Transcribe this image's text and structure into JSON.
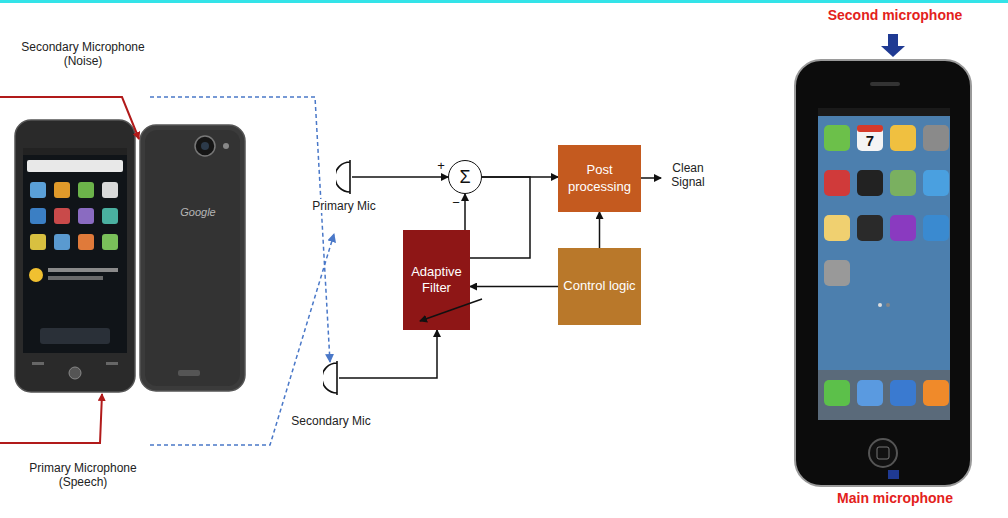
{
  "diagram": {
    "nodes": [
      {
        "text": [
          "Primary Mic"
        ]
      },
      {
        "text": [
          "Σ"
        ]
      },
      {
        "text": [
          "Post processing"
        ]
      },
      {
        "text": [
          "Adaptive Filter"
        ]
      },
      {
        "text": [
          "Control logic"
        ]
      },
      {
        "text": [
          "Secondary Mic"
        ]
      }
    ],
    "edges": [
      {
        "from": 0,
        "to": 1,
        "arrow": "to"
      },
      {
        "from": 1,
        "to": 2,
        "arrow": "to"
      },
      {
        "from": 3,
        "to": 1,
        "arrow": "to"
      },
      {
        "from": 1,
        "to": 3,
        "arrow": "none"
      },
      {
        "from": 4,
        "to": 2,
        "arrow": "to"
      },
      {
        "from": 4,
        "to": 3,
        "arrow": "to"
      },
      {
        "from": 5,
        "to": 3,
        "arrow": "to"
      }
    ],
    "labels": [
      "Secondary Microphone (Noise)",
      "Primary Microphone (Speech)",
      "Google",
      "+",
      "−",
      "Clean Signal",
      "Second microphone",
      "7",
      "Main microphone"
    ]
  }
}
